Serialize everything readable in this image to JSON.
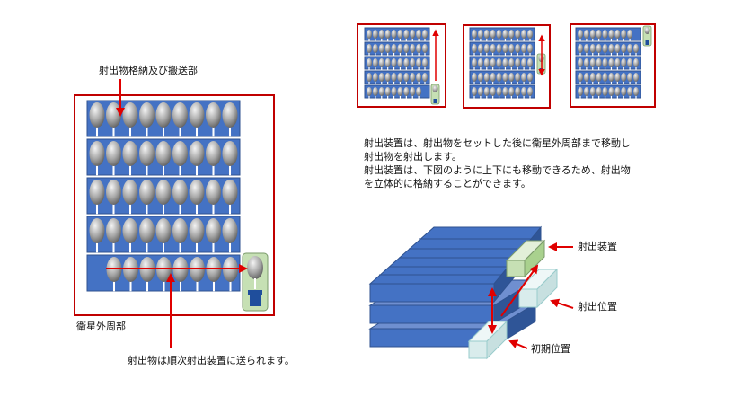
{
  "labels": {
    "storage_section": "射出物格納及び搬送部",
    "satellite_periphery": "衛星外周部",
    "transfer_note": "射出物は順次射出装置に送られます。",
    "launcher": "射出装置",
    "launch_position": "射出位置",
    "initial_position": "初期位置"
  },
  "description": [
    "射出装置は、射出物をセットした後に衛星外周部まで移動し",
    "射出物を射出します。",
    "射出装置は、下図のように上下にも移動できるため、射出物",
    "を立体的に格納することができます。"
  ],
  "colors": {
    "frame_red": "#c00000",
    "arrow_red": "#e00000",
    "tray_blue": "#4472c4",
    "launcher_green": "#c6e0b4",
    "launch_track": "#d9ecec"
  }
}
